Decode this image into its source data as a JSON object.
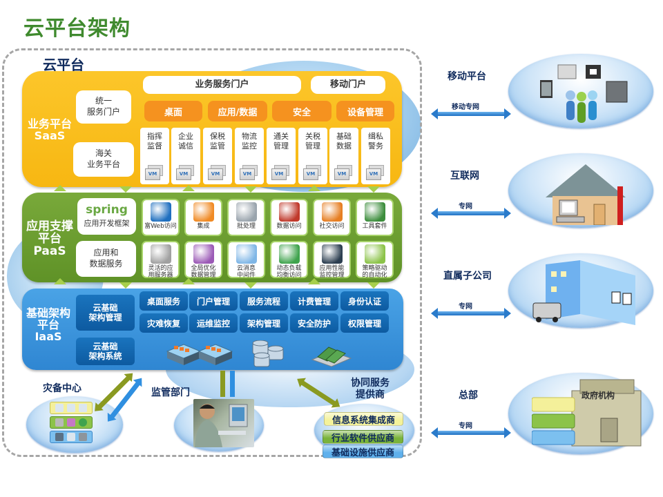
{
  "title": "云平台架构",
  "cloud_platform": {
    "label": "云平台",
    "saas": {
      "title_line1": "业务平台",
      "title_line2": "SaaS",
      "left_boxes": [
        "统一\n服务门户",
        "海关\n业务平台"
      ],
      "portal_bars": [
        "业务服务门户",
        "移动门户"
      ],
      "tabs": [
        "桌面",
        "应用/数据",
        "安全",
        "设备管理"
      ],
      "apps": [
        {
          "line1": "指挥",
          "line2": "监督"
        },
        {
          "line1": "企业",
          "line2": "诚信"
        },
        {
          "line1": "保税",
          "line2": "监管"
        },
        {
          "line1": "物流",
          "line2": "监控"
        },
        {
          "line1": "通关",
          "line2": "管理"
        },
        {
          "line1": "关税",
          "line2": "管理"
        },
        {
          "line1": "基础",
          "line2": "数据"
        },
        {
          "line1": "缉私",
          "line2": "警务"
        }
      ],
      "vm_label": "VM"
    },
    "paas": {
      "title_line1": "应用支撑",
      "title_line2": "平台",
      "title_line3": "PaaS",
      "left_boxes": [
        {
          "logo": "spring",
          "label": "应用开发框架"
        },
        {
          "logo": "",
          "label": "应用和\n数据服务"
        }
      ],
      "row1": [
        {
          "icon": "globe-icon",
          "label": "富Web访问",
          "color": "#1f6fbf"
        },
        {
          "icon": "integration-icon",
          "label": "集成",
          "color": "#f08a24"
        },
        {
          "icon": "database-gear-icon",
          "label": "批处理",
          "color": "#9aa4ad"
        },
        {
          "icon": "no-sql-icon",
          "label": "数据访问",
          "color": "#c0392b"
        },
        {
          "icon": "social-icon",
          "label": "社交访问",
          "color": "#e67e22"
        },
        {
          "icon": "tools-icon",
          "label": "工具套件",
          "color": "#3c8d3c"
        }
      ],
      "row2": [
        {
          "icon": "app-server-icon",
          "label": "灵活的应\n用服务器",
          "color": "#a0a0a0"
        },
        {
          "icon": "data-cube-icon",
          "label": "全局优化\n数据管理",
          "color": "#9b59b6"
        },
        {
          "icon": "cloud-message-icon",
          "label": "云消息\n中间件",
          "color": "#7fb6e6"
        },
        {
          "icon": "load-balance-icon",
          "label": "动态负载\n均衡访问",
          "color": "#3fa34d"
        },
        {
          "icon": "monitor-icon",
          "label": "应用性能\n监控管理",
          "color": "#2c3e50"
        },
        {
          "icon": "policy-gear-icon",
          "label": "策略驱动\n的自动化",
          "color": "#8cc349"
        }
      ]
    },
    "iaas": {
      "title_line1": "基础架构",
      "title_line2": "平台",
      "title_line3": "IaaS",
      "left_boxes": [
        "云基础\n架构管理",
        "云基础\n架构系统"
      ],
      "services_row1": [
        "桌面服务",
        "门户管理",
        "服务流程",
        "计费管理",
        "身份认证"
      ],
      "services_row2": [
        "灾难恢复",
        "运维监控",
        "架构管理",
        "安全防护",
        "权限管理"
      ]
    }
  },
  "bottom": {
    "disaster_center": "灾备中心",
    "supervision": "监管部门",
    "collab_line1": "协同服务",
    "collab_line2": "提供商",
    "providers": [
      {
        "label": "信息系统集成商",
        "color": "#f4f29a"
      },
      {
        "label": "行业软件供应商",
        "color": "#79b33a"
      },
      {
        "label": "基础设施供应商",
        "color": "#5fb0ec"
      }
    ]
  },
  "right": [
    {
      "label": "移动平台",
      "link": "移动专网",
      "scene": "mobile-users"
    },
    {
      "label": "互联网",
      "link": "专网",
      "scene": "home"
    },
    {
      "label": "直属子公司",
      "link": "专网",
      "scene": "subsidiary-building"
    },
    {
      "label": "总部",
      "link": "专网",
      "scene": "government",
      "building_label": "政府机构"
    }
  ]
}
